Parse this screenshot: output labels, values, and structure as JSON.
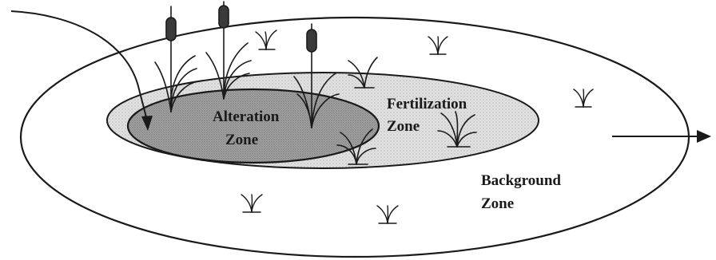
{
  "zones": {
    "alteration": {
      "line1": "Alteration",
      "line2": "Zone"
    },
    "fertilization": {
      "line1": "Fertilization",
      "line2": "Zone"
    },
    "background": {
      "line1": "Background",
      "line2": "Zone"
    }
  },
  "colors": {
    "alteration_fill": "#9c9c9c",
    "fertilization_fill": "#dcdcdc",
    "background_fill": "#ffffff",
    "ink": "#1a1a1a"
  },
  "icons": [
    "flow-in-arrow-icon",
    "flow-out-arrow-icon",
    "cattail-icon",
    "sawgrass-icon",
    "small-plant-icon"
  ]
}
